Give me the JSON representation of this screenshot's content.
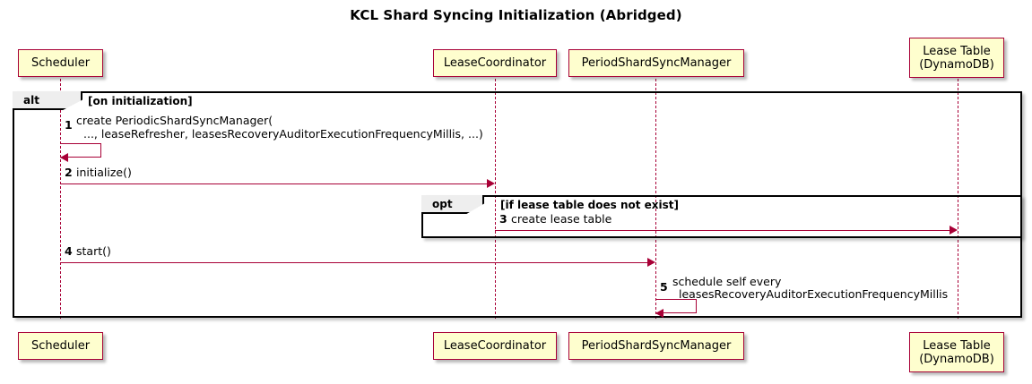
{
  "diagram": {
    "title": "KCL Shard Syncing Initialization (Abridged)",
    "type": "sequence-diagram"
  },
  "participants": [
    {
      "id": "scheduler",
      "label": "Scheduler",
      "label2": ""
    },
    {
      "id": "leasecoord",
      "label": "LeaseCoordinator",
      "label2": ""
    },
    {
      "id": "psyncmanager",
      "label": "PeriodShardSyncManager",
      "label2": ""
    },
    {
      "id": "leasetable",
      "label": "Lease Table",
      "label2": "(DynamoDB)"
    }
  ],
  "frames": [
    {
      "id": "alt",
      "keyword": "alt",
      "condition": "[on initialization]"
    },
    {
      "id": "opt",
      "keyword": "opt",
      "condition": "[if lease table does not exist]"
    }
  ],
  "messages": [
    {
      "num": "1",
      "from": "scheduler",
      "to": "scheduler",
      "self": true,
      "line1": "create PeriodicShardSyncManager(",
      "line2": "..., leaseRefresher, leasesRecoveryAuditorExecutionFrequencyMillis, ...)"
    },
    {
      "num": "2",
      "from": "scheduler",
      "to": "leasecoord",
      "self": false,
      "line1": "initialize()",
      "line2": ""
    },
    {
      "num": "3",
      "from": "leasecoord",
      "to": "leasetable",
      "self": false,
      "line1": "create lease table",
      "line2": ""
    },
    {
      "num": "4",
      "from": "scheduler",
      "to": "psyncmanager",
      "self": false,
      "line1": "start()",
      "line2": ""
    },
    {
      "num": "5",
      "from": "psyncmanager",
      "to": "psyncmanager",
      "self": true,
      "line1": "schedule self every",
      "line2": "leasesRecoveryAuditorExecutionFrequencyMillis"
    }
  ],
  "colors": {
    "participant_fill": "#FEFECE",
    "participant_border": "#A80036",
    "arrow": "#A80036",
    "frame_border": "#000000",
    "frame_tab_fill": "#EEEEEE",
    "background": "#FFFFFF"
  }
}
